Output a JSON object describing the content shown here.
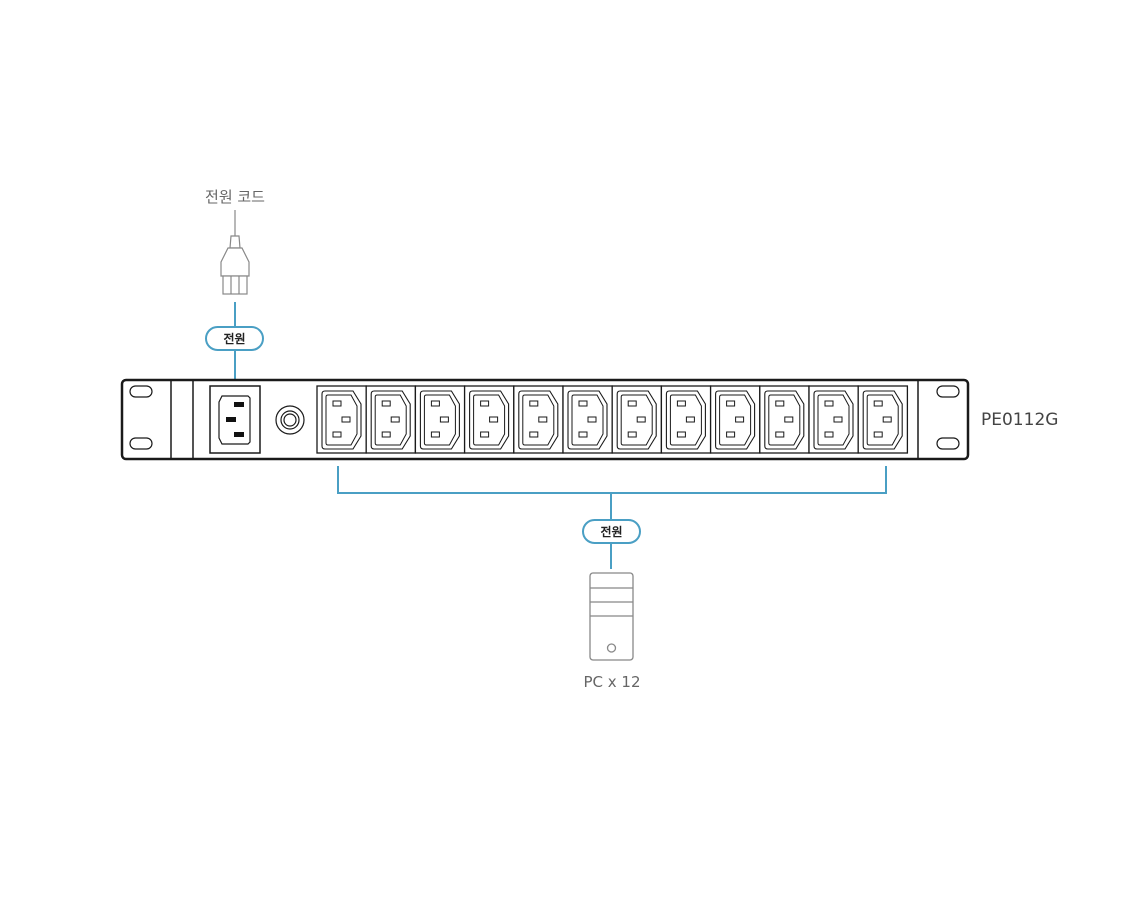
{
  "diagram": {
    "power_cord_label": "전원 코드",
    "input_connection_label": "전원",
    "output_connection_label": "전원",
    "model_label": "PE0112G",
    "pc_label": "PC x 12",
    "colors": {
      "connection_line": "#4a9fc4",
      "device_stroke": "#1a1a1a",
      "icon_stroke": "#888888"
    }
  }
}
